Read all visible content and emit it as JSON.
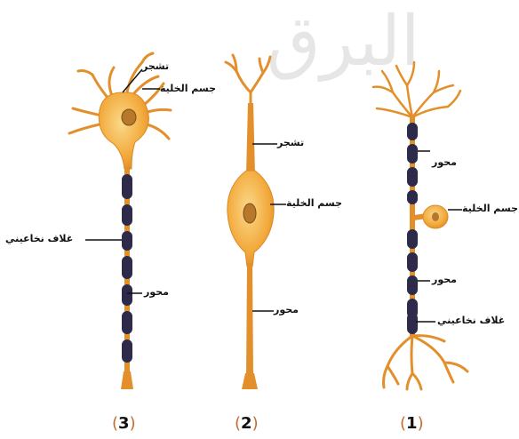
{
  "watermark": "البرق",
  "neurons": [
    {
      "id": "1",
      "number": "1",
      "labels": {
        "axon_top": "محور",
        "cell_body": "جسم الخلية",
        "axon_bottom": "محور",
        "myelin": "غلاف نخاعيني"
      }
    },
    {
      "id": "2",
      "number": "2",
      "labels": {
        "dendrite": "تشجر",
        "cell_body": "جسم الخلية",
        "axon": "محور"
      }
    },
    {
      "id": "3",
      "number": "3",
      "labels": {
        "dendrite": "تشجر",
        "cell_body": "جسم الخلية",
        "myelin": "غلاف نخاعيني",
        "axon": "محور"
      }
    }
  ],
  "colors": {
    "cell_body": "#f2a83a",
    "cell_highlight": "#fbd98a",
    "nucleus": "#b8782c",
    "axon": "#e3902c",
    "myelin": "#2e2a4a",
    "leader": "#111111"
  }
}
